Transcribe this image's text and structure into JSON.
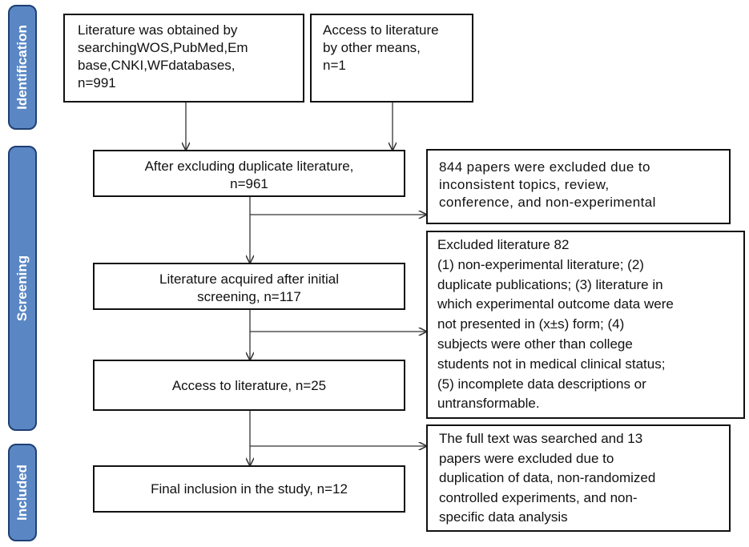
{
  "phases": {
    "identification": "Identification",
    "screening": "Screening",
    "included": "Included"
  },
  "boxes": {
    "search": "Literature was obtained by\nsearchingWOS,PubMed,Em\nbase,CNKI,WFdatabases,\n n=991",
    "other": "Access to literature\nby other means,\nn=1",
    "dedup": "After excluding duplicate literature,\nn=961",
    "excl1": "844 papers were excluded due to\ninconsistent topics, review,\nconference, and non-experimental",
    "initial": "Literature acquired after initial\nscreening, n=117",
    "excl2": "Excluded literature 82\n(1) non-experimental literature; (2)\nduplicate publications; (3) literature in\nwhich experimental outcome data were\nnot presented in (x±s) form; (4)\nsubjects were other than college\nstudents not in medical clinical status;\n(5) incomplete data descriptions or\nuntransformable.",
    "access": "Access to literature, n=25",
    "excl3": "The full text was searched and 13\npapers were excluded due to\nduplication of data, non-randomized\ncontrolled experiments, and non-\nspecific data analysis",
    "final": "Final inclusion in the study, n=12"
  }
}
